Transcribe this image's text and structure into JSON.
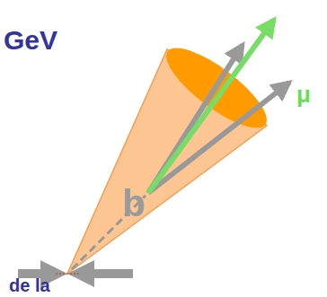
{
  "diagram": {
    "labels": [
      "GeV",
      "μ",
      "b",
      "de la"
    ]
  }
}
